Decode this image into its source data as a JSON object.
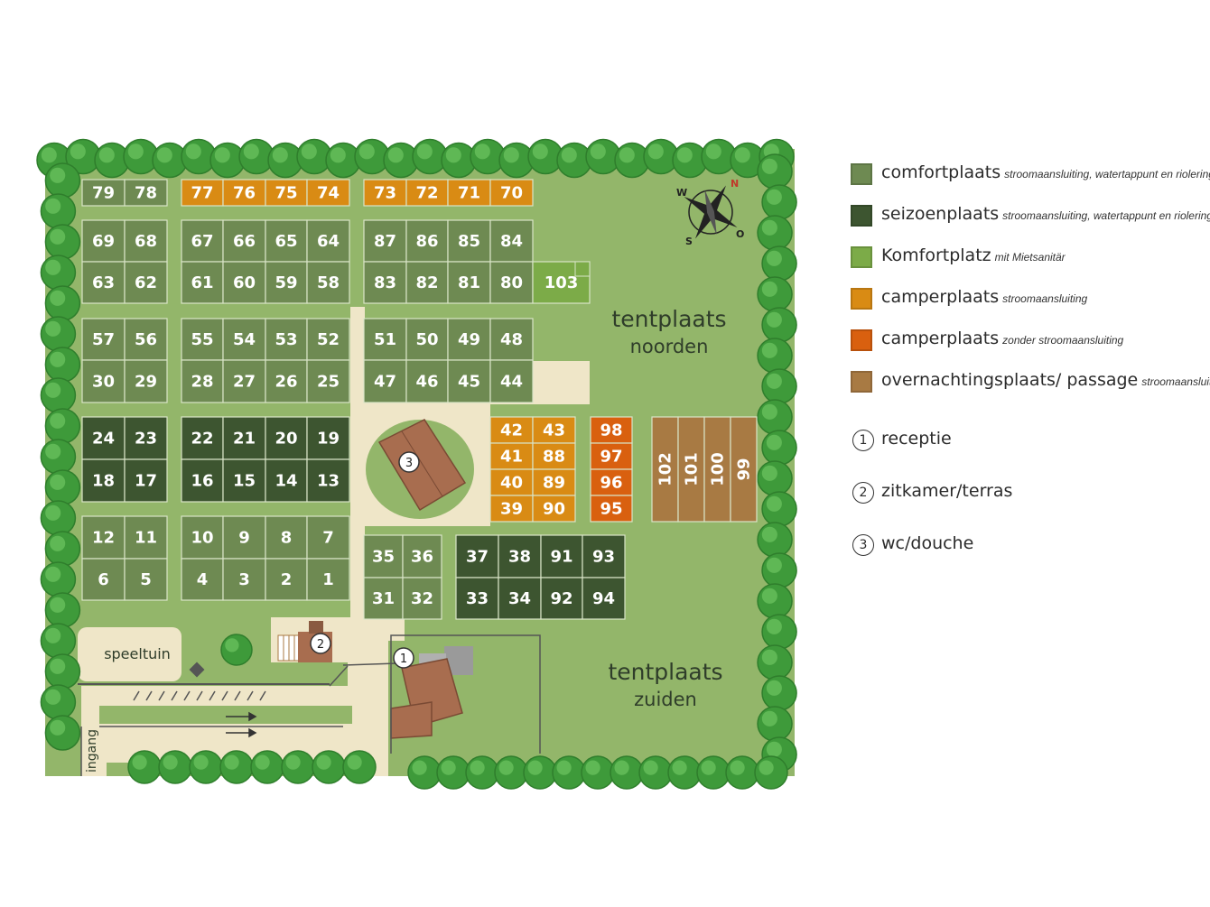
{
  "colors": {
    "grass": "#93b66a",
    "path": "#efe6c8",
    "comfort": "#6e8a52",
    "seizoen": "#3d5530",
    "komfort": "#7cab48",
    "camper": "#d98b14",
    "camper_no": "#d9600f",
    "overnacht": "#a87a43",
    "tree": "#3e9a3a",
    "building": "#a86d4f"
  },
  "areas": {
    "north_line1": "tentplaats",
    "north_line2": "noorden",
    "south_line1": "tentplaats",
    "south_line2": "zuiden",
    "playground": "speeltuin",
    "entrance": "ingang"
  },
  "compass": {
    "n": "N",
    "o": "O",
    "s": "S",
    "w": "W"
  },
  "markers": [
    "1",
    "2",
    "3"
  ],
  "legend": {
    "types": [
      {
        "label": "comfortplaats",
        "sub": "stroomaansluiting, watertappunt en riolering",
        "color": "#6e8a52"
      },
      {
        "label": "seizoenplaats",
        "sub": "stroomaansluiting, watertappunt en riolering",
        "color": "#3d5530"
      },
      {
        "label": "Komfortplatz",
        "sub": "mit Mietsanitär",
        "color": "#7cab48"
      },
      {
        "label": "camperplaats",
        "sub": "stroomaansluiting",
        "color": "#d98b14"
      },
      {
        "label": "camperplaats",
        "sub": "zonder stroomaansluiting",
        "color": "#d9600f"
      },
      {
        "label": "overnachtingsplaats/ passage",
        "sub": "stroomaansluiting",
        "color": "#a87a43"
      }
    ],
    "facilities": [
      {
        "num": "1",
        "label": "receptie"
      },
      {
        "num": "2",
        "label": "zitkamer/terras"
      },
      {
        "num": "3",
        "label": "wc/douche"
      }
    ]
  },
  "plots": [
    {
      "num": "79",
      "type": "comfort"
    },
    {
      "num": "78",
      "type": "comfort"
    },
    {
      "num": "77",
      "type": "camper"
    },
    {
      "num": "76",
      "type": "camper"
    },
    {
      "num": "75",
      "type": "camper"
    },
    {
      "num": "74",
      "type": "camper"
    },
    {
      "num": "73",
      "type": "camper"
    },
    {
      "num": "72",
      "type": "camper"
    },
    {
      "num": "71",
      "type": "camper"
    },
    {
      "num": "70",
      "type": "camper"
    },
    {
      "num": "69",
      "type": "comfort"
    },
    {
      "num": "68",
      "type": "comfort"
    },
    {
      "num": "63",
      "type": "comfort"
    },
    {
      "num": "62",
      "type": "comfort"
    },
    {
      "num": "67",
      "type": "comfort"
    },
    {
      "num": "66",
      "type": "comfort"
    },
    {
      "num": "65",
      "type": "comfort"
    },
    {
      "num": "64",
      "type": "comfort"
    },
    {
      "num": "61",
      "type": "comfort"
    },
    {
      "num": "60",
      "type": "comfort"
    },
    {
      "num": "59",
      "type": "comfort"
    },
    {
      "num": "58",
      "type": "comfort"
    },
    {
      "num": "87",
      "type": "comfort"
    },
    {
      "num": "86",
      "type": "comfort"
    },
    {
      "num": "85",
      "type": "comfort"
    },
    {
      "num": "84",
      "type": "comfort"
    },
    {
      "num": "83",
      "type": "comfort"
    },
    {
      "num": "82",
      "type": "comfort"
    },
    {
      "num": "81",
      "type": "comfort"
    },
    {
      "num": "80",
      "type": "comfort"
    },
    {
      "num": "103",
      "type": "komfort"
    },
    {
      "num": "57",
      "type": "comfort"
    },
    {
      "num": "56",
      "type": "comfort"
    },
    {
      "num": "30",
      "type": "comfort"
    },
    {
      "num": "29",
      "type": "comfort"
    },
    {
      "num": "55",
      "type": "comfort"
    },
    {
      "num": "54",
      "type": "comfort"
    },
    {
      "num": "53",
      "type": "comfort"
    },
    {
      "num": "52",
      "type": "comfort"
    },
    {
      "num": "28",
      "type": "comfort"
    },
    {
      "num": "27",
      "type": "comfort"
    },
    {
      "num": "26",
      "type": "comfort"
    },
    {
      "num": "25",
      "type": "comfort"
    },
    {
      "num": "51",
      "type": "comfort"
    },
    {
      "num": "50",
      "type": "comfort"
    },
    {
      "num": "49",
      "type": "comfort"
    },
    {
      "num": "48",
      "type": "comfort"
    },
    {
      "num": "47",
      "type": "comfort"
    },
    {
      "num": "46",
      "type": "comfort"
    },
    {
      "num": "45",
      "type": "comfort"
    },
    {
      "num": "44",
      "type": "comfort"
    },
    {
      "num": "24",
      "type": "seizoen"
    },
    {
      "num": "23",
      "type": "seizoen"
    },
    {
      "num": "18",
      "type": "seizoen"
    },
    {
      "num": "17",
      "type": "seizoen"
    },
    {
      "num": "22",
      "type": "seizoen"
    },
    {
      "num": "21",
      "type": "seizoen"
    },
    {
      "num": "20",
      "type": "seizoen"
    },
    {
      "num": "19",
      "type": "seizoen"
    },
    {
      "num": "16",
      "type": "seizoen"
    },
    {
      "num": "15",
      "type": "seizoen"
    },
    {
      "num": "14",
      "type": "seizoen"
    },
    {
      "num": "13",
      "type": "seizoen"
    },
    {
      "num": "42",
      "type": "camper"
    },
    {
      "num": "43",
      "type": "camper"
    },
    {
      "num": "41",
      "type": "camper"
    },
    {
      "num": "88",
      "type": "camper"
    },
    {
      "num": "40",
      "type": "camper"
    },
    {
      "num": "89",
      "type": "camper"
    },
    {
      "num": "39",
      "type": "camper"
    },
    {
      "num": "90",
      "type": "camper"
    },
    {
      "num": "98",
      "type": "camper_no"
    },
    {
      "num": "97",
      "type": "camper_no"
    },
    {
      "num": "96",
      "type": "camper_no"
    },
    {
      "num": "95",
      "type": "camper_no"
    },
    {
      "num": "102",
      "type": "overnacht"
    },
    {
      "num": "101",
      "type": "overnacht"
    },
    {
      "num": "100",
      "type": "overnacht"
    },
    {
      "num": "99",
      "type": "overnacht"
    },
    {
      "num": "12",
      "type": "comfort"
    },
    {
      "num": "11",
      "type": "comfort"
    },
    {
      "num": "6",
      "type": "comfort"
    },
    {
      "num": "5",
      "type": "comfort"
    },
    {
      "num": "10",
      "type": "comfort"
    },
    {
      "num": "9",
      "type": "comfort"
    },
    {
      "num": "8",
      "type": "comfort"
    },
    {
      "num": "7",
      "type": "comfort"
    },
    {
      "num": "4",
      "type": "comfort"
    },
    {
      "num": "3",
      "type": "comfort"
    },
    {
      "num": "2",
      "type": "comfort"
    },
    {
      "num": "1",
      "type": "comfort"
    },
    {
      "num": "35",
      "type": "comfort"
    },
    {
      "num": "36",
      "type": "comfort"
    },
    {
      "num": "31",
      "type": "comfort"
    },
    {
      "num": "32",
      "type": "comfort"
    },
    {
      "num": "37",
      "type": "seizoen"
    },
    {
      "num": "38",
      "type": "seizoen"
    },
    {
      "num": "91",
      "type": "seizoen"
    },
    {
      "num": "93",
      "type": "seizoen"
    },
    {
      "num": "33",
      "type": "seizoen"
    },
    {
      "num": "34",
      "type": "seizoen"
    },
    {
      "num": "92",
      "type": "seizoen"
    },
    {
      "num": "94",
      "type": "seizoen"
    }
  ]
}
